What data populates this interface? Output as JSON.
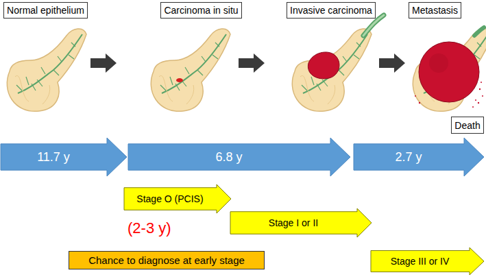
{
  "diagram": {
    "nodes": [
      {
        "text": [
          "Normal epithelium"
        ]
      },
      {
        "text": [
          "Carcinoma in situ"
        ]
      },
      {
        "text": [
          "Invasive carcinoma"
        ]
      },
      {
        "text": [
          "Metastasis"
        ]
      },
      {
        "text": [
          "Death"
        ]
      },
      {
        "text": [
          "11.7 y"
        ]
      },
      {
        "text": [
          "6.8 y"
        ]
      },
      {
        "text": [
          "2.7 y"
        ]
      },
      {
        "text": [
          "Stage O (PCIS)"
        ]
      },
      {
        "text": [
          "Stage I or II"
        ]
      },
      {
        "text": [
          "Stage III or IV"
        ]
      },
      {
        "text": [
          "Chance to diagnose at early stage"
        ]
      }
    ],
    "labels": [
      "(2-3 y)"
    ]
  }
}
